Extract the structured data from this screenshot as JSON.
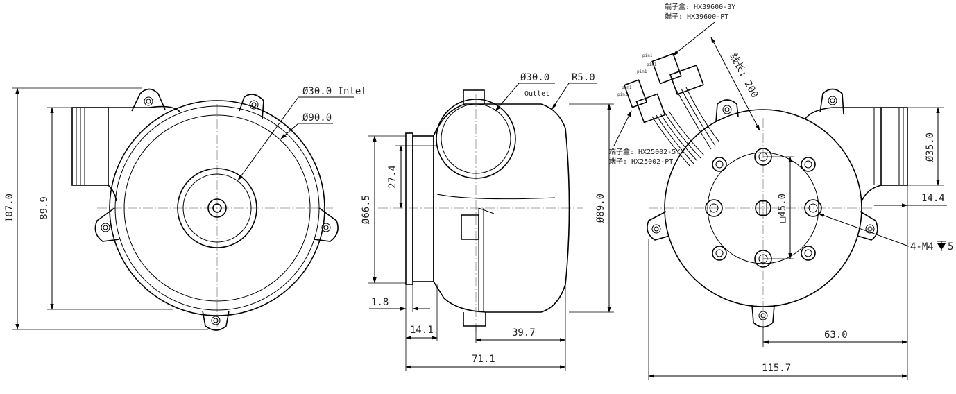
{
  "view_front": {
    "inlet_dia": "Ø30.0 Inlet",
    "body_dia": "Ø90.0",
    "height_total": "107.0",
    "height_body": "89.9"
  },
  "view_side": {
    "outlet_dia": "Ø30.0",
    "outlet_label": "Outlet",
    "radius": "R5.0",
    "flange_dia": "Ø66.5",
    "offset_27": "27.4",
    "body_dia": "Ø89.0",
    "thickness": "1.8",
    "depth_14": "14.1",
    "depth_39": "39.7",
    "depth_total": "71.1"
  },
  "view_rear": {
    "connector1_housing": "端子盒: HX39600-3Y",
    "connector1_terminal": "端子: HX39600-PT",
    "connector2_housing": "端子盒: HX25002-5Y",
    "connector2_terminal": "端子: HX25002-PT",
    "wire_length": "线长: 200",
    "square": "□45.0",
    "tube_dia": "Ø35.0",
    "offset_14": "14.4",
    "holes": "4-M4",
    "hole_depth": "5",
    "offset_63": "63.0",
    "width_total": "115.7",
    "pin_label": "pin1"
  }
}
